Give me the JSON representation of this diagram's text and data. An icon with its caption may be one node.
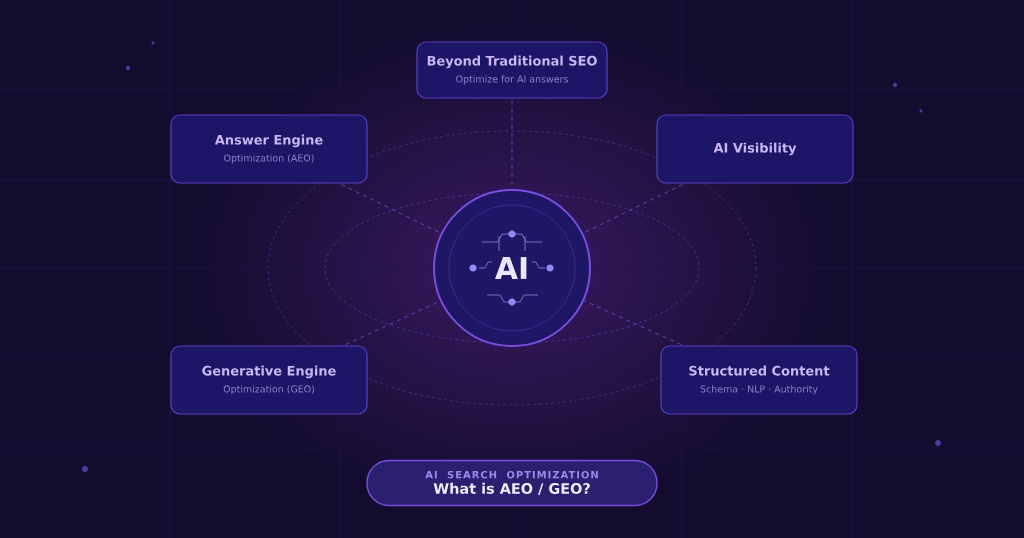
{
  "diagram": {
    "nodes": [
      {
        "text": [
          "Beyond Traditional SEO",
          "Optimize for AI answers"
        ]
      },
      {
        "text": [
          "Answer Engine",
          "Optimization (AEO)"
        ]
      },
      {
        "text": [
          "AI Visibility"
        ]
      },
      {
        "text": [
          "AI"
        ]
      },
      {
        "text": [
          "Generative Engine",
          "Optimization (GEO)"
        ]
      },
      {
        "text": [
          "Structured Content",
          "Schema · NLP · Authority"
        ]
      },
      {
        "text": [
          "AI SEARCH OPTIMIZATION",
          "What is AEO / GEO?"
        ]
      }
    ],
    "edges": [
      {
        "from": 0,
        "to": 3,
        "arrow": "none",
        "style": "dashed"
      },
      {
        "from": 1,
        "to": 3,
        "arrow": "none",
        "style": "dashed"
      },
      {
        "from": 2,
        "to": 3,
        "arrow": "none",
        "style": "dashed"
      },
      {
        "from": 4,
        "to": 3,
        "arrow": "none",
        "style": "dashed"
      },
      {
        "from": 5,
        "to": 3,
        "arrow": "none",
        "style": "dashed"
      }
    ]
  }
}
